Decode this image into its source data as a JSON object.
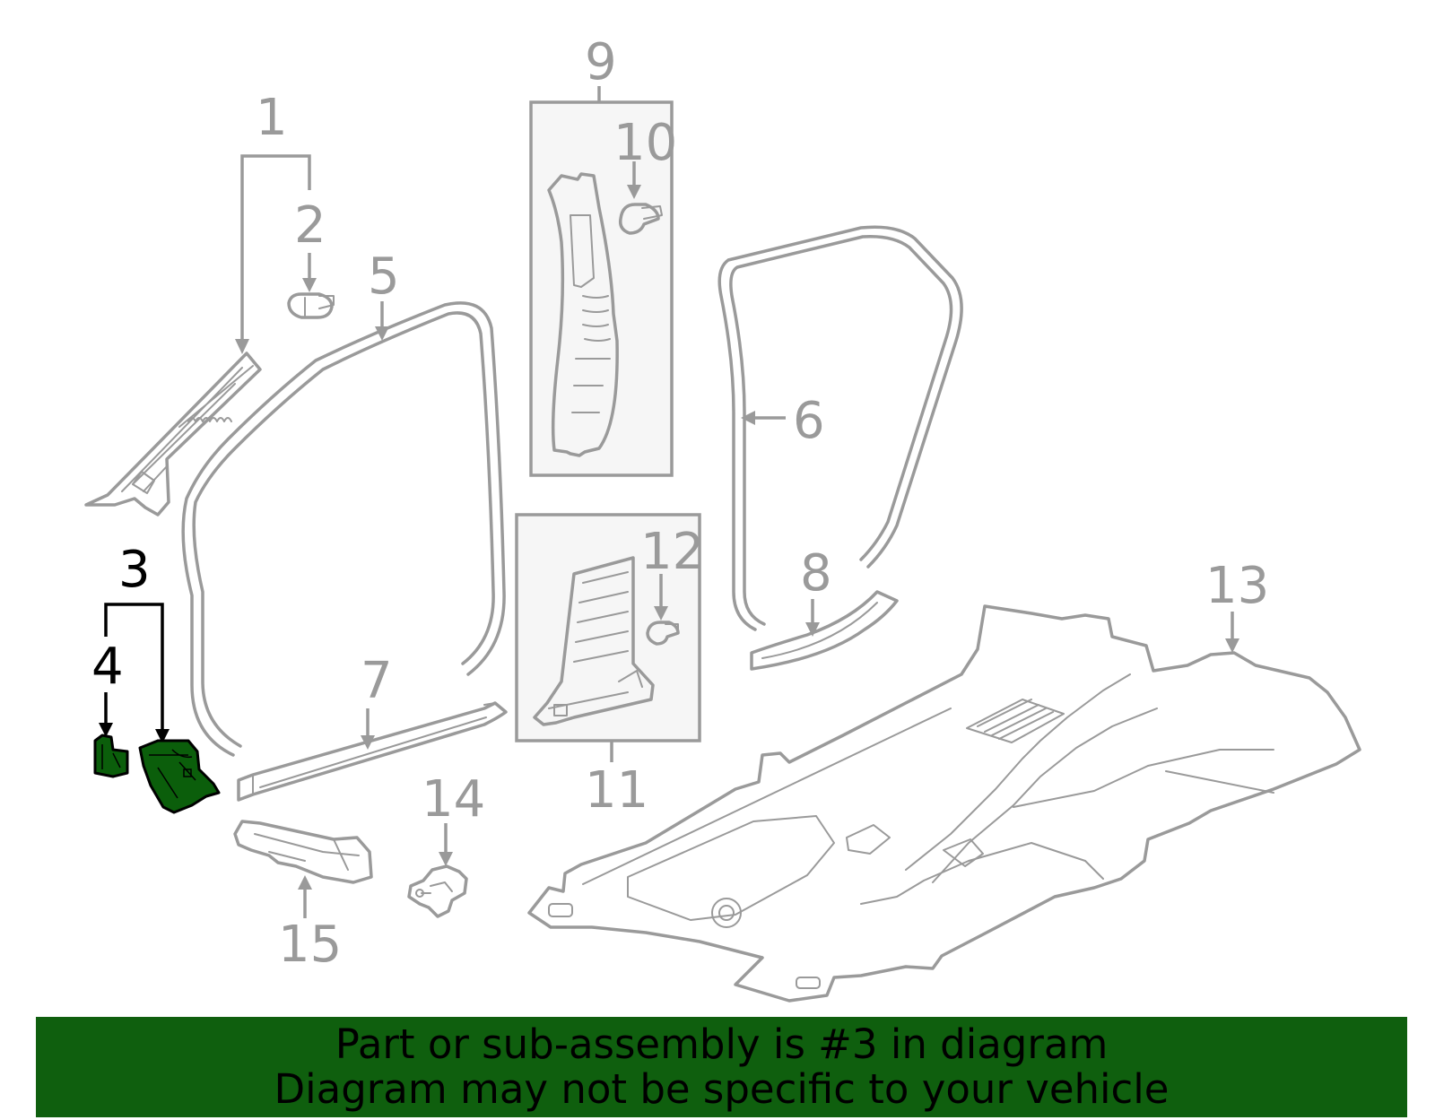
{
  "diagram": {
    "callouts": {
      "c1": "1",
      "c2": "2",
      "c3": "3",
      "c4": "4",
      "c5": "5",
      "c6": "6",
      "c7": "7",
      "c8": "8",
      "c9": "9",
      "c10": "10",
      "c11": "11",
      "c12": "12",
      "c13": "13",
      "c14": "14",
      "c15": "15"
    },
    "highlighted_part": "3",
    "colors": {
      "highlight_fill": "#0b5e0b",
      "part_stroke": "#9a9a9a",
      "banner_bg": "#0f5f0e"
    }
  },
  "banner": {
    "line1": "Part or sub-assembly is #3 in diagram",
    "line2": "Diagram may not be specific to your vehicle"
  }
}
